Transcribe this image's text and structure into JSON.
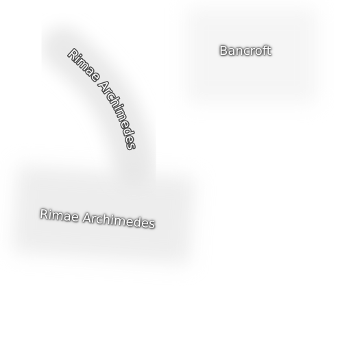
{
  "map": {
    "labels": {
      "bancroft": "Bancroft",
      "rimae_archimedes_curved": "Rimae Archimedes",
      "rimae_archimedes_straight": "Rimae Archimedes"
    }
  }
}
